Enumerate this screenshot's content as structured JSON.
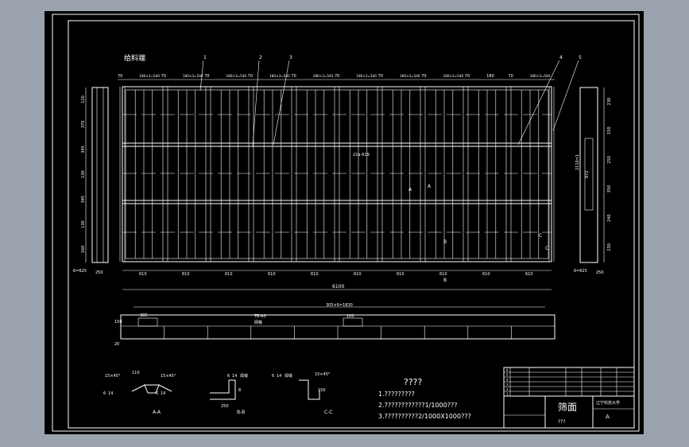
{
  "sheet": {
    "main_title": "给料端",
    "leaders": [
      "1",
      "2",
      "3",
      "4",
      "5"
    ],
    "top_dims": [
      "70",
      "180×3=540",
      "70",
      "180×3=540",
      "70",
      "180×3=540",
      "70",
      "180×3=540",
      "70",
      "180×3=540",
      "70",
      "180×3=540",
      "70",
      "180×3=540",
      "70",
      "180×3=540",
      "70",
      "180",
      "70",
      "180×3=540"
    ],
    "bottom_dims": [
      "610",
      "610",
      "610",
      "610",
      "610",
      "610",
      "610",
      "610",
      "610",
      "610"
    ],
    "total_width": "6100",
    "left_dims": [
      "120",
      "370",
      "345",
      "130",
      "345",
      "130",
      "160"
    ],
    "right_dims": [
      "230",
      "150",
      "250",
      "350",
      "240",
      "230"
    ],
    "right_total": "2110=1",
    "right_sub": "872",
    "beam_label": "22a-619",
    "section_marks": [
      "A",
      "A",
      "B",
      "B",
      "C",
      "C"
    ],
    "left_note": "6=625",
    "left_bottom": "250",
    "right_note": "6=625",
    "right_bottom": "250",
    "elevation_top_dim": "305×6=1830",
    "elevation_left_dims": [
      "150",
      "20"
    ],
    "elevation_small": "305",
    "elevation_label": "TB-A0",
    "elevation_sub": "网格",
    "elevation_num": "100",
    "details": [
      {
        "name": "A-A",
        "notes": [
          "15×45°",
          "110",
          "15×45°",
          "6",
          "14",
          "6",
          "14"
        ]
      },
      {
        "name": "B-B",
        "notes": [
          "6",
          "14",
          "焊缝",
          "250",
          "8"
        ]
      },
      {
        "name": "C-C",
        "notes": [
          "6",
          "14",
          "焊缝",
          "15×45°",
          "150"
        ]
      }
    ],
    "tech_title": "????",
    "tech_notes": [
      "1.?????????",
      "2.????????????1/1000???",
      "3.??????????2/1000X1000???"
    ],
    "title_block": {
      "part_name": "筛面",
      "school": "辽宁科技大学",
      "rows": [
        "6",
        "5",
        "4",
        "3",
        "2",
        "1"
      ],
      "bottom": "???",
      "mark": "A"
    }
  }
}
